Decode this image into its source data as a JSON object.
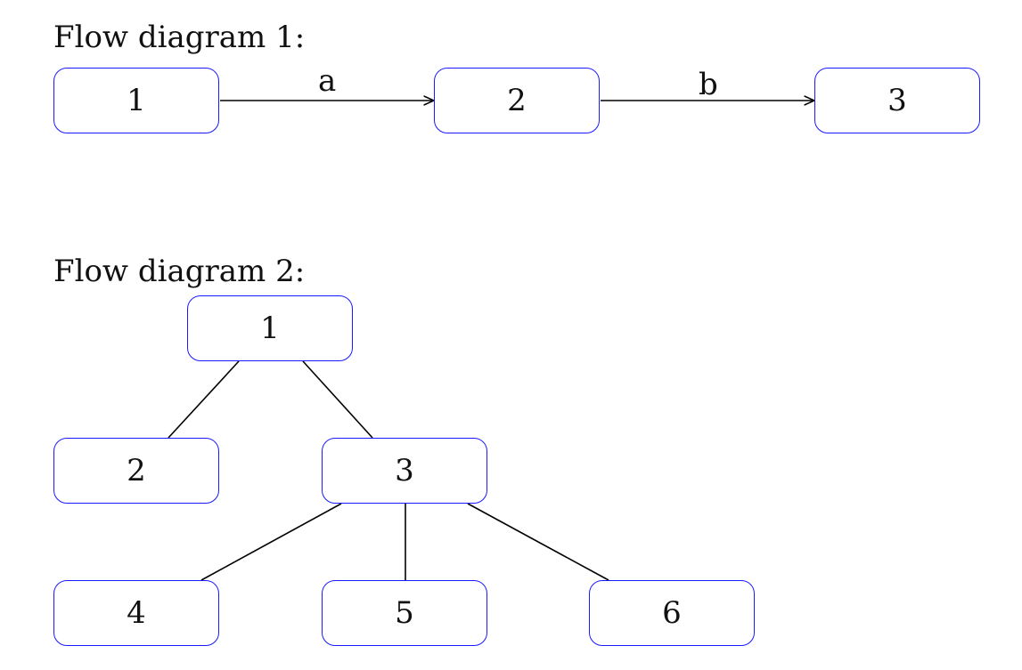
{
  "diagram1": {
    "title": "Flow diagram 1:",
    "nodes": [
      "1",
      "2",
      "3"
    ],
    "edges": [
      {
        "from": "1",
        "to": "2",
        "label": "a"
      },
      {
        "from": "2",
        "to": "3",
        "label": "b"
      }
    ]
  },
  "diagram2": {
    "title": "Flow diagram 2:",
    "nodes": [
      "1",
      "2",
      "3",
      "4",
      "5",
      "6"
    ],
    "edges": [
      {
        "from": "1",
        "to": "2"
      },
      {
        "from": "1",
        "to": "3"
      },
      {
        "from": "3",
        "to": "4"
      },
      {
        "from": "3",
        "to": "5"
      },
      {
        "from": "3",
        "to": "6"
      }
    ]
  },
  "colors": {
    "node_border": "#1a1aff",
    "edge": "#000000"
  }
}
